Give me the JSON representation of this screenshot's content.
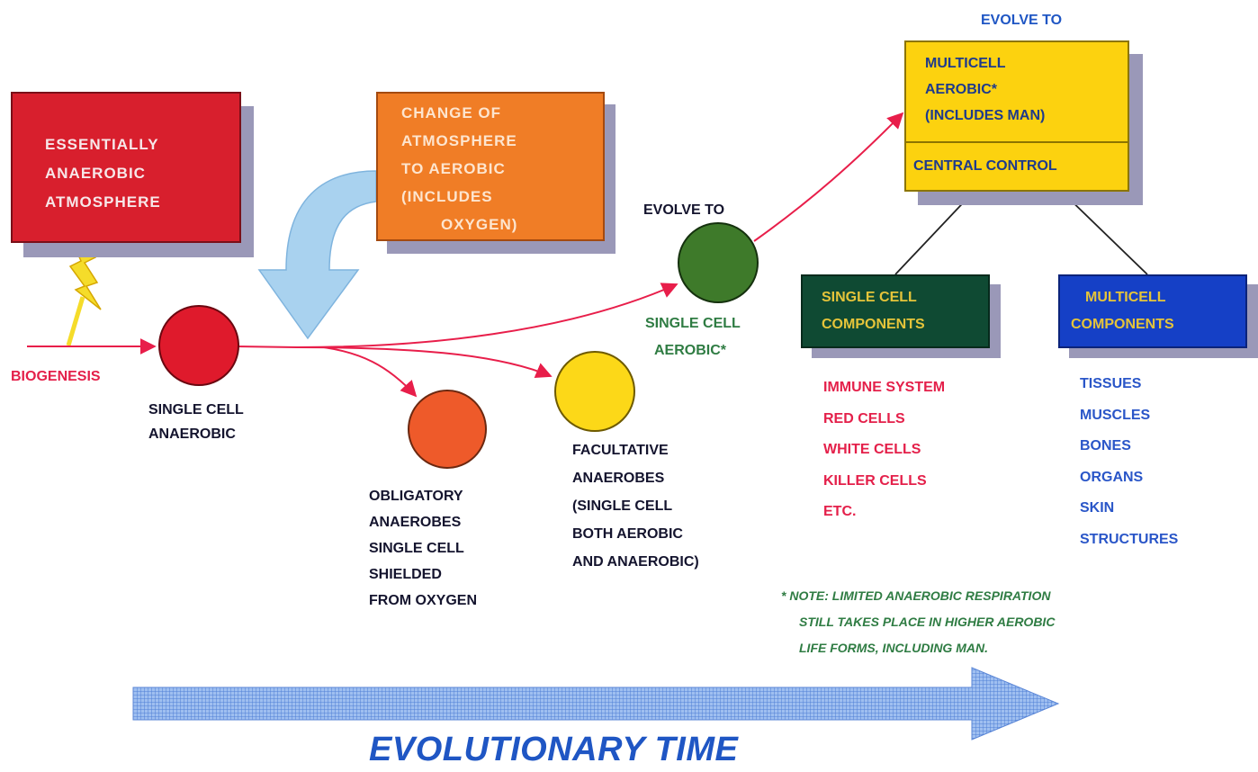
{
  "boxes": {
    "anaerobic_atmosphere": [
      "ESSENTIALLY",
      "ANAEROBIC",
      "ATMOSPHERE"
    ],
    "change_of_atmosphere": [
      "CHANGE OF",
      "ATMOSPHERE",
      "TO AEROBIC",
      "(INCLUDES",
      "OXYGEN)"
    ],
    "multicell_aerobic": [
      "MULTICELL",
      "AEROBIC*",
      "(INCLUDES MAN)"
    ],
    "central_control": "CENTRAL CONTROL",
    "single_cell_components": [
      "SINGLE CELL",
      "COMPONENTS"
    ],
    "multicell_components": [
      "MULTICELL",
      "COMPONENTS"
    ]
  },
  "labels": {
    "biogenesis": "BIOGENESIS",
    "single_cell_anaerobic": [
      "SINGLE CELL",
      "ANAEROBIC"
    ],
    "obligatory_anaerobes": [
      "OBLIGATORY",
      "ANAEROBES",
      "SINGLE CELL",
      "SHIELDED",
      "FROM OXYGEN"
    ],
    "facultative_anaerobes": [
      "FACULTATIVE",
      "ANAEROBES",
      "(SINGLE CELL",
      "BOTH AEROBIC",
      "AND ANAEROBIC)"
    ],
    "evolve_to_1": "EVOLVE TO",
    "single_cell_aerobic": [
      "SINGLE CELL",
      "AEROBIC*"
    ],
    "evolve_to_2": "EVOLVE TO"
  },
  "single_cell_component_list": [
    "IMMUNE SYSTEM",
    "RED CELLS",
    "WHITE CELLS",
    "KILLER CELLS",
    "ETC."
  ],
  "multicell_component_list": [
    "TISSUES",
    "MUSCLES",
    "BONES",
    "ORGANS",
    "SKIN",
    "STRUCTURES"
  ],
  "note": [
    "* NOTE: LIMITED ANAEROBIC RESPIRATION",
    "STILL TAKES PLACE IN HIGHER AEROBIC",
    "LIFE FORMS, INCLUDING MAN."
  ],
  "time_axis": "EVOLUTIONARY TIME",
  "colors": {
    "flow_arrow": "#e81e4a",
    "red_box": "#d81f2d",
    "orange_box": "#f07d26",
    "yellow_box": "#fcd20f",
    "green_box": "#0f4a33",
    "blue_box": "#1540c6",
    "circle_single_cell_anaerobic": "#df1a2c",
    "circle_obligatory": "#ee5a2a",
    "circle_facultative": "#fcd818",
    "circle_single_cell_aerobic": "#3e7a2a",
    "lightning": "#f5dc2a",
    "curved_arrow": "#a9d2ef",
    "time_arrow": "#8fb2ea"
  },
  "icons": {
    "lightning": "lightning-bolt-icon",
    "curved_arrow": "curved-down-arrow-icon",
    "time_arrow": "right-arrow-icon"
  }
}
